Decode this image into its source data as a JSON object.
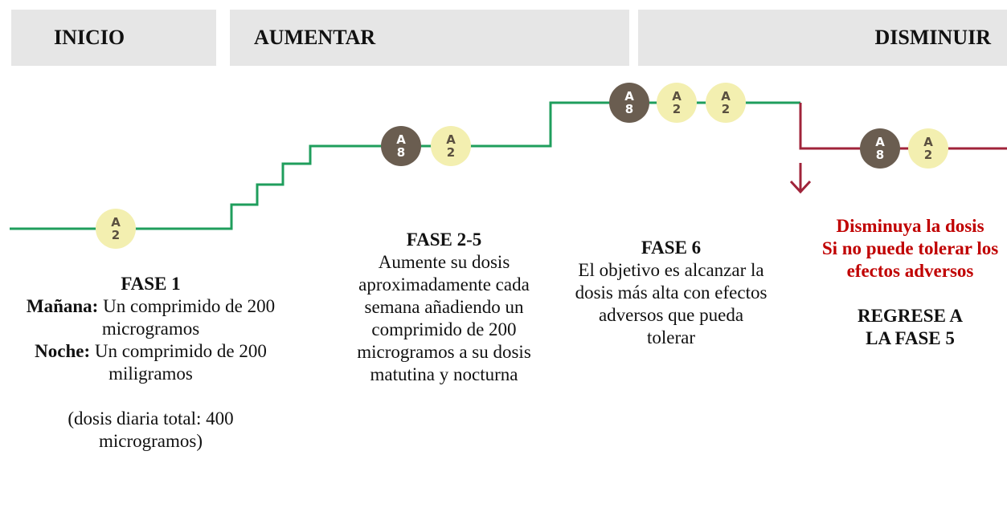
{
  "headers": {
    "inicio": "INICIO",
    "aumentar": "AUMENTAR",
    "disminuir": "DISMINUIR"
  },
  "pills": {
    "a2": {
      "letter": "A",
      "number": "2",
      "color": "#f3efb0",
      "text_color": "#5a5040"
    },
    "a8": {
      "letter": "A",
      "number": "8",
      "color": "#6a5d50",
      "text_color": "#ffffff"
    }
  },
  "colors": {
    "increase_line": "#1f9e5c",
    "decrease_line": "#a0233a",
    "header_bg": "#e6e6e6",
    "warning_text": "#c00000"
  },
  "phase1": {
    "title": "FASE 1",
    "morning_label": "Mañana:",
    "morning_text": " Un comprimido de 200 microgramos",
    "night_label": "Noche:",
    "night_text": " Un comprimido de 200 miligramos",
    "total": "(dosis diaria total: 400 microgramos)"
  },
  "phase2_5": {
    "title": "FASE 2-5",
    "text": "Aumente su dosis aproximadamente cada semana añadiendo un comprimido de 200 microgramos a su dosis matutina y nocturna"
  },
  "phase6": {
    "title": "FASE 6",
    "text": "El objetivo es alcanzar la dosis más alta con efectos adversos que pueda tolerar"
  },
  "decrease": {
    "warning_line1": "Disminuya la dosis",
    "warning_line2": "Si no puede tolerar los efectos adversos",
    "return": "REGRESE A LA FASE 5"
  }
}
